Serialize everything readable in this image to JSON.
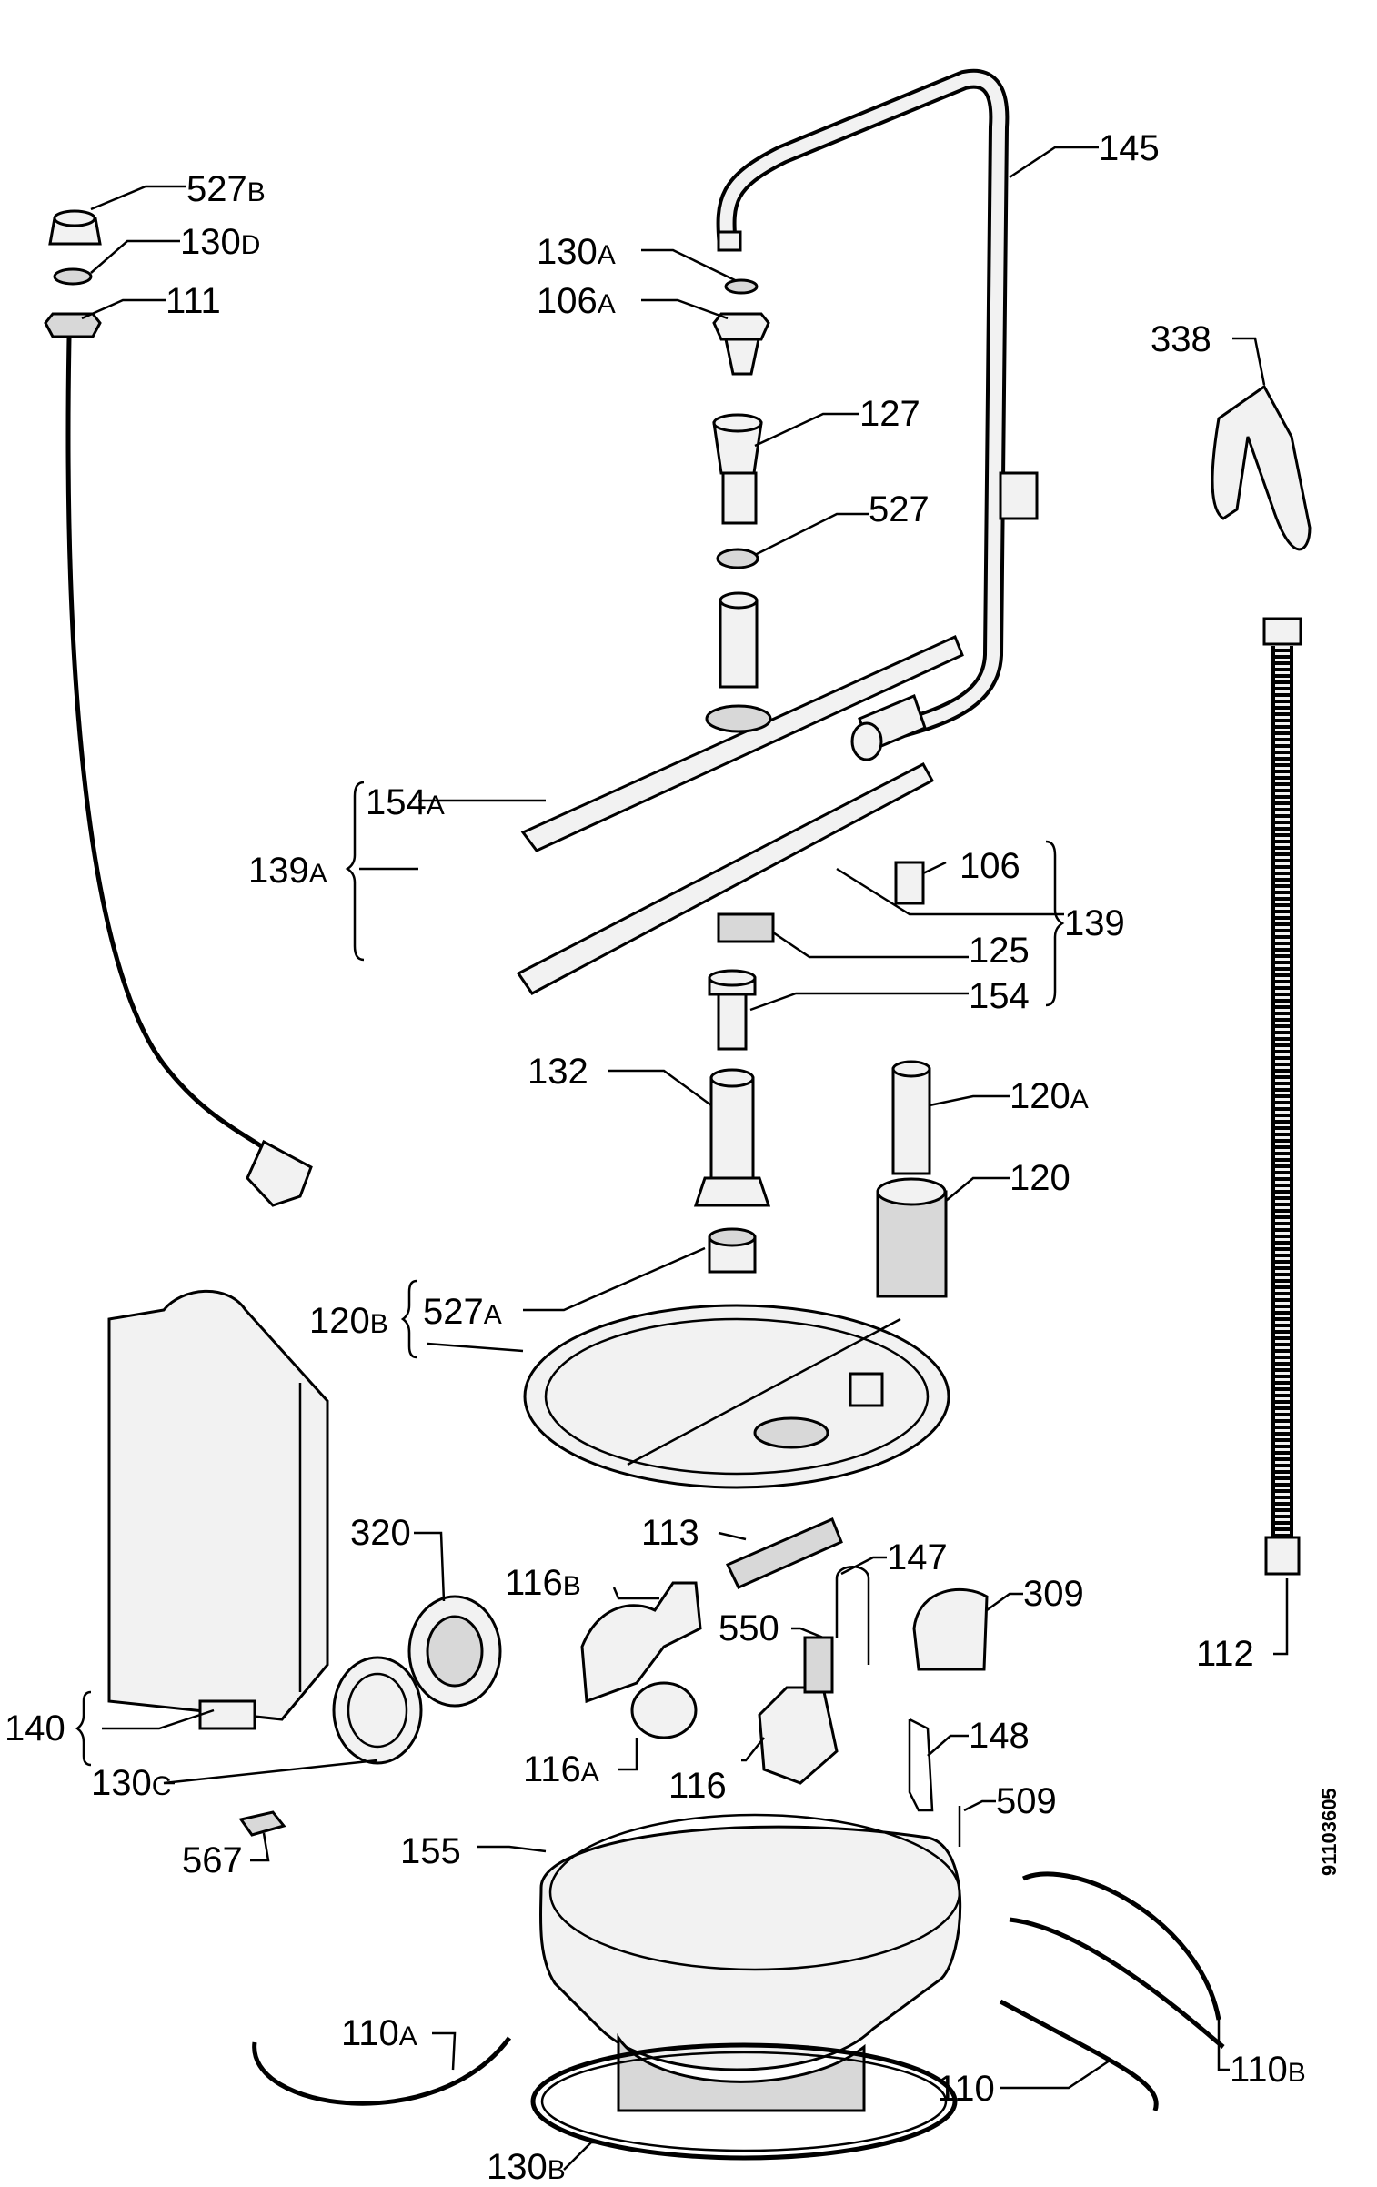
{
  "drawing_code": "91103605",
  "labels": [
    {
      "id": "527B",
      "num": "527",
      "suf": "B"
    },
    {
      "id": "130D",
      "num": "130",
      "suf": "D"
    },
    {
      "id": "111",
      "num": "111",
      "suf": ""
    },
    {
      "id": "145",
      "num": "145",
      "suf": ""
    },
    {
      "id": "130A",
      "num": "130",
      "suf": "A"
    },
    {
      "id": "106A",
      "num": "106",
      "suf": "A"
    },
    {
      "id": "338",
      "num": "338",
      "suf": ""
    },
    {
      "id": "127",
      "num": "127",
      "suf": ""
    },
    {
      "id": "527",
      "num": "527",
      "suf": ""
    },
    {
      "id": "154A",
      "num": "154",
      "suf": "A"
    },
    {
      "id": "139A",
      "num": "139",
      "suf": "A"
    },
    {
      "id": "106",
      "num": "106",
      "suf": ""
    },
    {
      "id": "139",
      "num": "139",
      "suf": ""
    },
    {
      "id": "125",
      "num": "125",
      "suf": ""
    },
    {
      "id": "154",
      "num": "154",
      "suf": ""
    },
    {
      "id": "132",
      "num": "132",
      "suf": ""
    },
    {
      "id": "120A",
      "num": "120",
      "suf": "A"
    },
    {
      "id": "120",
      "num": "120",
      "suf": ""
    },
    {
      "id": "120B",
      "num": "120",
      "suf": "B"
    },
    {
      "id": "527A",
      "num": "527",
      "suf": "A"
    },
    {
      "id": "320",
      "num": "320",
      "suf": ""
    },
    {
      "id": "113",
      "num": "113",
      "suf": ""
    },
    {
      "id": "147",
      "num": "147",
      "suf": ""
    },
    {
      "id": "116B",
      "num": "116",
      "suf": "B"
    },
    {
      "id": "309",
      "num": "309",
      "suf": ""
    },
    {
      "id": "550",
      "num": "550",
      "suf": ""
    },
    {
      "id": "112",
      "num": "112",
      "suf": ""
    },
    {
      "id": "140",
      "num": "140",
      "suf": ""
    },
    {
      "id": "130C",
      "num": "130",
      "suf": "C"
    },
    {
      "id": "116A",
      "num": "116",
      "suf": "A"
    },
    {
      "id": "116",
      "num": "116",
      "suf": ""
    },
    {
      "id": "148",
      "num": "148",
      "suf": ""
    },
    {
      "id": "509",
      "num": "509",
      "suf": ""
    },
    {
      "id": "567",
      "num": "567",
      "suf": ""
    },
    {
      "id": "155",
      "num": "155",
      "suf": ""
    },
    {
      "id": "110A",
      "num": "110",
      "suf": "A"
    },
    {
      "id": "110",
      "num": "110",
      "suf": ""
    },
    {
      "id": "110B",
      "num": "110",
      "suf": "B"
    },
    {
      "id": "130B",
      "num": "130",
      "suf": "B"
    }
  ]
}
